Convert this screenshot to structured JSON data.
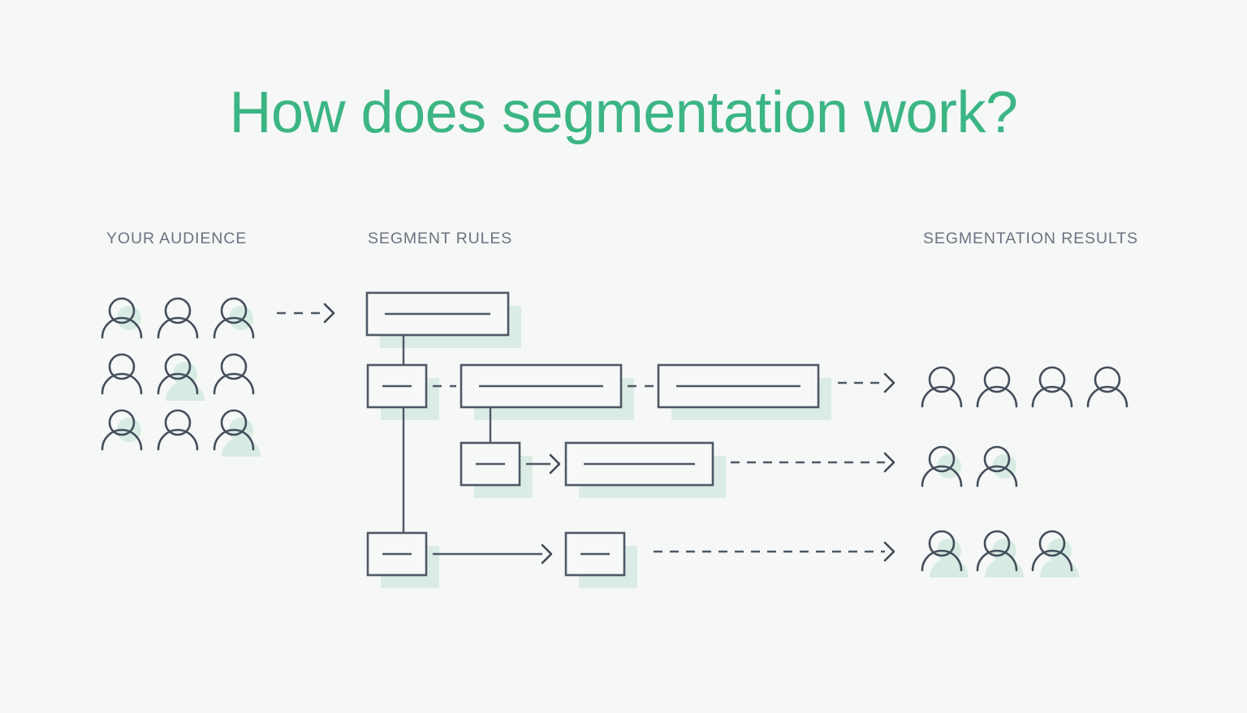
{
  "page": {
    "title": "How does segmentation work?",
    "background_color": "#f6f8f7",
    "accent_color": "#3cb585",
    "line_color": "#4e5865",
    "shadow_color": "#daece5",
    "header_color": "#6b7380"
  },
  "columns": {
    "audience": {
      "label": "YOUR AUDIENCE"
    },
    "rules": {
      "label": "SEGMENT RULES"
    },
    "results": {
      "label": "SEGMENTATION RESULTS"
    }
  },
  "audience": {
    "rows": 3,
    "cols": 3,
    "people": [
      {
        "row": 1,
        "col": 1,
        "head_shadow": true,
        "body_shadow": false
      },
      {
        "row": 1,
        "col": 2,
        "head_shadow": false,
        "body_shadow": false
      },
      {
        "row": 1,
        "col": 3,
        "head_shadow": true,
        "body_shadow": false
      },
      {
        "row": 2,
        "col": 1,
        "head_shadow": false,
        "body_shadow": false
      },
      {
        "row": 2,
        "col": 2,
        "head_shadow": true,
        "body_shadow": true
      },
      {
        "row": 2,
        "col": 3,
        "head_shadow": false,
        "body_shadow": false
      },
      {
        "row": 3,
        "col": 1,
        "head_shadow": true,
        "body_shadow": false
      },
      {
        "row": 3,
        "col": 2,
        "head_shadow": false,
        "body_shadow": false
      },
      {
        "row": 3,
        "col": 3,
        "head_shadow": true,
        "body_shadow": true
      }
    ]
  },
  "rules": {
    "nodes": [
      {
        "id": "rule-root",
        "kind": "wide",
        "row": 1,
        "has_inner_line": true
      },
      {
        "id": "rule-r2-small",
        "kind": "small",
        "row": 2,
        "has_inner_line": true
      },
      {
        "id": "rule-r2-mid",
        "kind": "wide",
        "row": 2,
        "has_inner_line": true
      },
      {
        "id": "rule-r2-end",
        "kind": "wide",
        "row": 2,
        "has_inner_line": true
      },
      {
        "id": "rule-r3-small",
        "kind": "small",
        "row": 3,
        "has_inner_line": true
      },
      {
        "id": "rule-r3-wide",
        "kind": "wide",
        "row": 3,
        "has_inner_line": true
      },
      {
        "id": "rule-r4-small",
        "kind": "small",
        "row": 4,
        "has_inner_line": true
      },
      {
        "id": "rule-r4-small2",
        "kind": "small",
        "row": 4,
        "has_inner_line": true
      }
    ],
    "connectors": [
      {
        "from": "audience",
        "to": "rule-root",
        "style": "dashed",
        "arrow": true
      },
      {
        "from": "rule-root",
        "to": "rule-r2-small",
        "style": "solid",
        "arrow": false
      },
      {
        "from": "rule-r2-small",
        "to": "rule-r2-mid",
        "style": "dashed",
        "arrow": false
      },
      {
        "from": "rule-r2-mid",
        "to": "rule-r2-end",
        "style": "dashed",
        "arrow": false
      },
      {
        "from": "rule-r2-mid",
        "to": "rule-r3-small",
        "style": "solid",
        "arrow": false
      },
      {
        "from": "rule-r3-small",
        "to": "rule-r3-wide",
        "style": "solid",
        "arrow": true
      },
      {
        "from": "rule-r2-small",
        "to": "rule-r4-small",
        "style": "solid",
        "arrow": false
      },
      {
        "from": "rule-r4-small",
        "to": "rule-r4-small2",
        "style": "solid",
        "arrow": true
      },
      {
        "from": "rule-r2-end",
        "to": "results-1",
        "style": "dashed",
        "arrow": true
      },
      {
        "from": "rule-r3-wide",
        "to": "results-2",
        "style": "dashed",
        "arrow": true
      },
      {
        "from": "rule-r4-small2",
        "to": "results-3",
        "style": "dashed",
        "arrow": true
      }
    ]
  },
  "results": {
    "groups": [
      {
        "id": "results-1",
        "count": 4,
        "people": [
          {
            "head_shadow": false,
            "body_shadow": false
          },
          {
            "head_shadow": false,
            "body_shadow": false
          },
          {
            "head_shadow": false,
            "body_shadow": false
          },
          {
            "head_shadow": false,
            "body_shadow": false
          }
        ]
      },
      {
        "id": "results-2",
        "count": 2,
        "people": [
          {
            "head_shadow": true,
            "body_shadow": false
          },
          {
            "head_shadow": true,
            "body_shadow": false
          }
        ]
      },
      {
        "id": "results-3",
        "count": 3,
        "people": [
          {
            "head_shadow": true,
            "body_shadow": true
          },
          {
            "head_shadow": true,
            "body_shadow": true
          },
          {
            "head_shadow": true,
            "body_shadow": true
          }
        ]
      }
    ]
  }
}
